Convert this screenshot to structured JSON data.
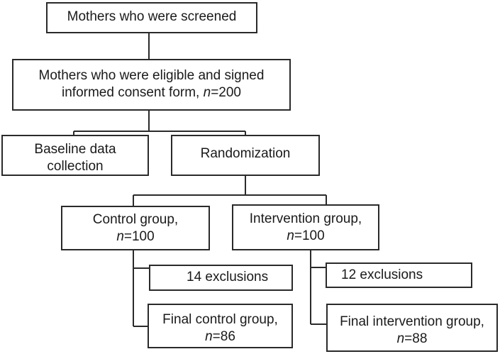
{
  "screened": {
    "text": "Mothers who were screened"
  },
  "eligible": {
    "line1": "Mothers who were eligible and signed",
    "line2_prefix": "informed consent form, ",
    "n_symbol": "n",
    "n_value": "=200"
  },
  "baseline": {
    "line1": "Baseline data",
    "line2": "collection"
  },
  "randomization": {
    "text": "Randomization"
  },
  "control": {
    "line1": "Control group,",
    "n_symbol": "n",
    "n_value": "=100"
  },
  "intervention": {
    "line1": "Intervention group,",
    "n_symbol": "n",
    "n_value": "=100"
  },
  "control_exclusions": {
    "text": "14 exclusions"
  },
  "intervention_exclusions": {
    "text": "12 exclusions"
  },
  "final_control": {
    "line1": "Final control group,",
    "n_symbol": "n",
    "n_value": "=86"
  },
  "final_intervention": {
    "line1": "Final intervention group,",
    "n_symbol": "n",
    "n_value": "=88"
  }
}
